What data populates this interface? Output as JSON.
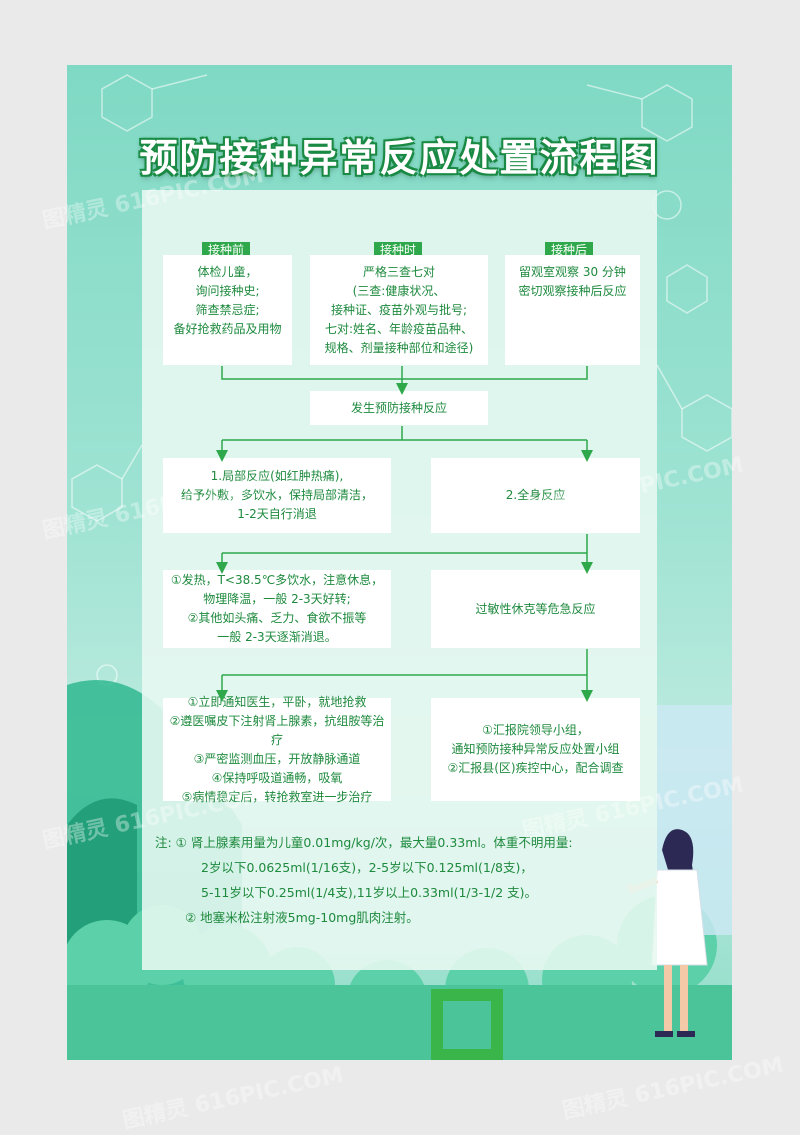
{
  "title": "预防接种异常反应处置流程图",
  "stages": [
    {
      "tag": "接种前",
      "lines": [
        "体检儿童，",
        "询问接种史;",
        "筛查禁忌症;",
        "备好抢救药品及用物"
      ]
    },
    {
      "tag": "接种时",
      "lines": [
        "严格三查七对",
        "(三查:健康状况、",
        "接种证、疫苗外观与批号;",
        "七对:姓名、年龄疫苗品种、",
        "规格、剂量接种部位和途径)"
      ]
    },
    {
      "tag": "接种后",
      "lines": [
        "留观室观察 30 分钟",
        "密切观察接种后反应"
      ]
    }
  ],
  "reaction": "发生预防接种反应",
  "local": [
    "1.局部反应(如红肿热痛),",
    "给予外敷，多饮水，保持局部清洁，",
    "1-2天自行消退"
  ],
  "systemic": "2.全身反应",
  "fever": [
    "①发热，T<38.5℃多饮水，注意休息，",
    "物理降温，一般 2-3天好转;",
    "②其他如头痛、乏力、食欲不振等",
    "一般 2-3天逐渐消退。"
  ],
  "anaphylaxis": "过敏性休克等危急反应",
  "rescue": [
    "①立即通知医生，平卧，就地抢救",
    "②遵医嘱皮下注射肾上腺素，抗组胺等治疗",
    "③严密监测血压，开放静脉通道",
    "④保持呼吸道通畅，吸氧",
    "⑤病情稳定后，转抢救室进一步治疗"
  ],
  "report": [
    "①汇报院领导小组，",
    "通知预防接种异常反应处置小组",
    "②汇报县(区)疾控中心，配合调查"
  ],
  "notes": [
    "注: ① 肾上腺素用量为儿童0.01mg/kg/次，最大量0.33ml。体重不明用量:",
    "2岁以下0.0625ml(1/16支)，2-5岁以下0.125ml(1/8支)，",
    "5-11岁以下0.25ml(1/4支),11岁以上0.33ml(1/3-1/2 支)。",
    "② 地塞米松注射液5mg-10mg肌肉注射。"
  ],
  "watermark": "图精灵 616PIC.COM",
  "colors": {
    "accent": "#2ea84b",
    "text": "#1e8a3e",
    "bg": "#9fe3d3"
  }
}
